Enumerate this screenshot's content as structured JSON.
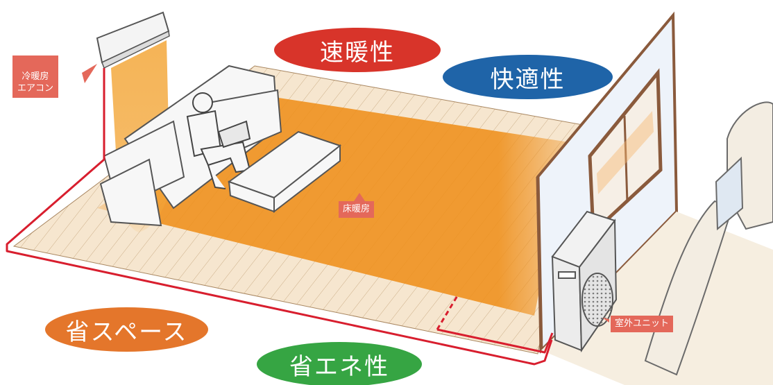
{
  "labels": {
    "aircon": "冷暖房\nエアコン",
    "floor_heating": "床暖房",
    "outdoor_unit": "室外ユニット"
  },
  "badges": {
    "quick_heating": "速暖性",
    "comfort": "快適性",
    "space_saving": "省スペース",
    "energy_saving": "省エネ性"
  },
  "colors": {
    "quick_heating": "#d8342a",
    "comfort": "#1f64a8",
    "space_saving": "#e4762b",
    "energy_saving": "#36a543",
    "callout": "#e4685a",
    "heated_floor": "#ef8f1a",
    "pipe": "#d81e2e",
    "wall": "#8a5a3c"
  }
}
